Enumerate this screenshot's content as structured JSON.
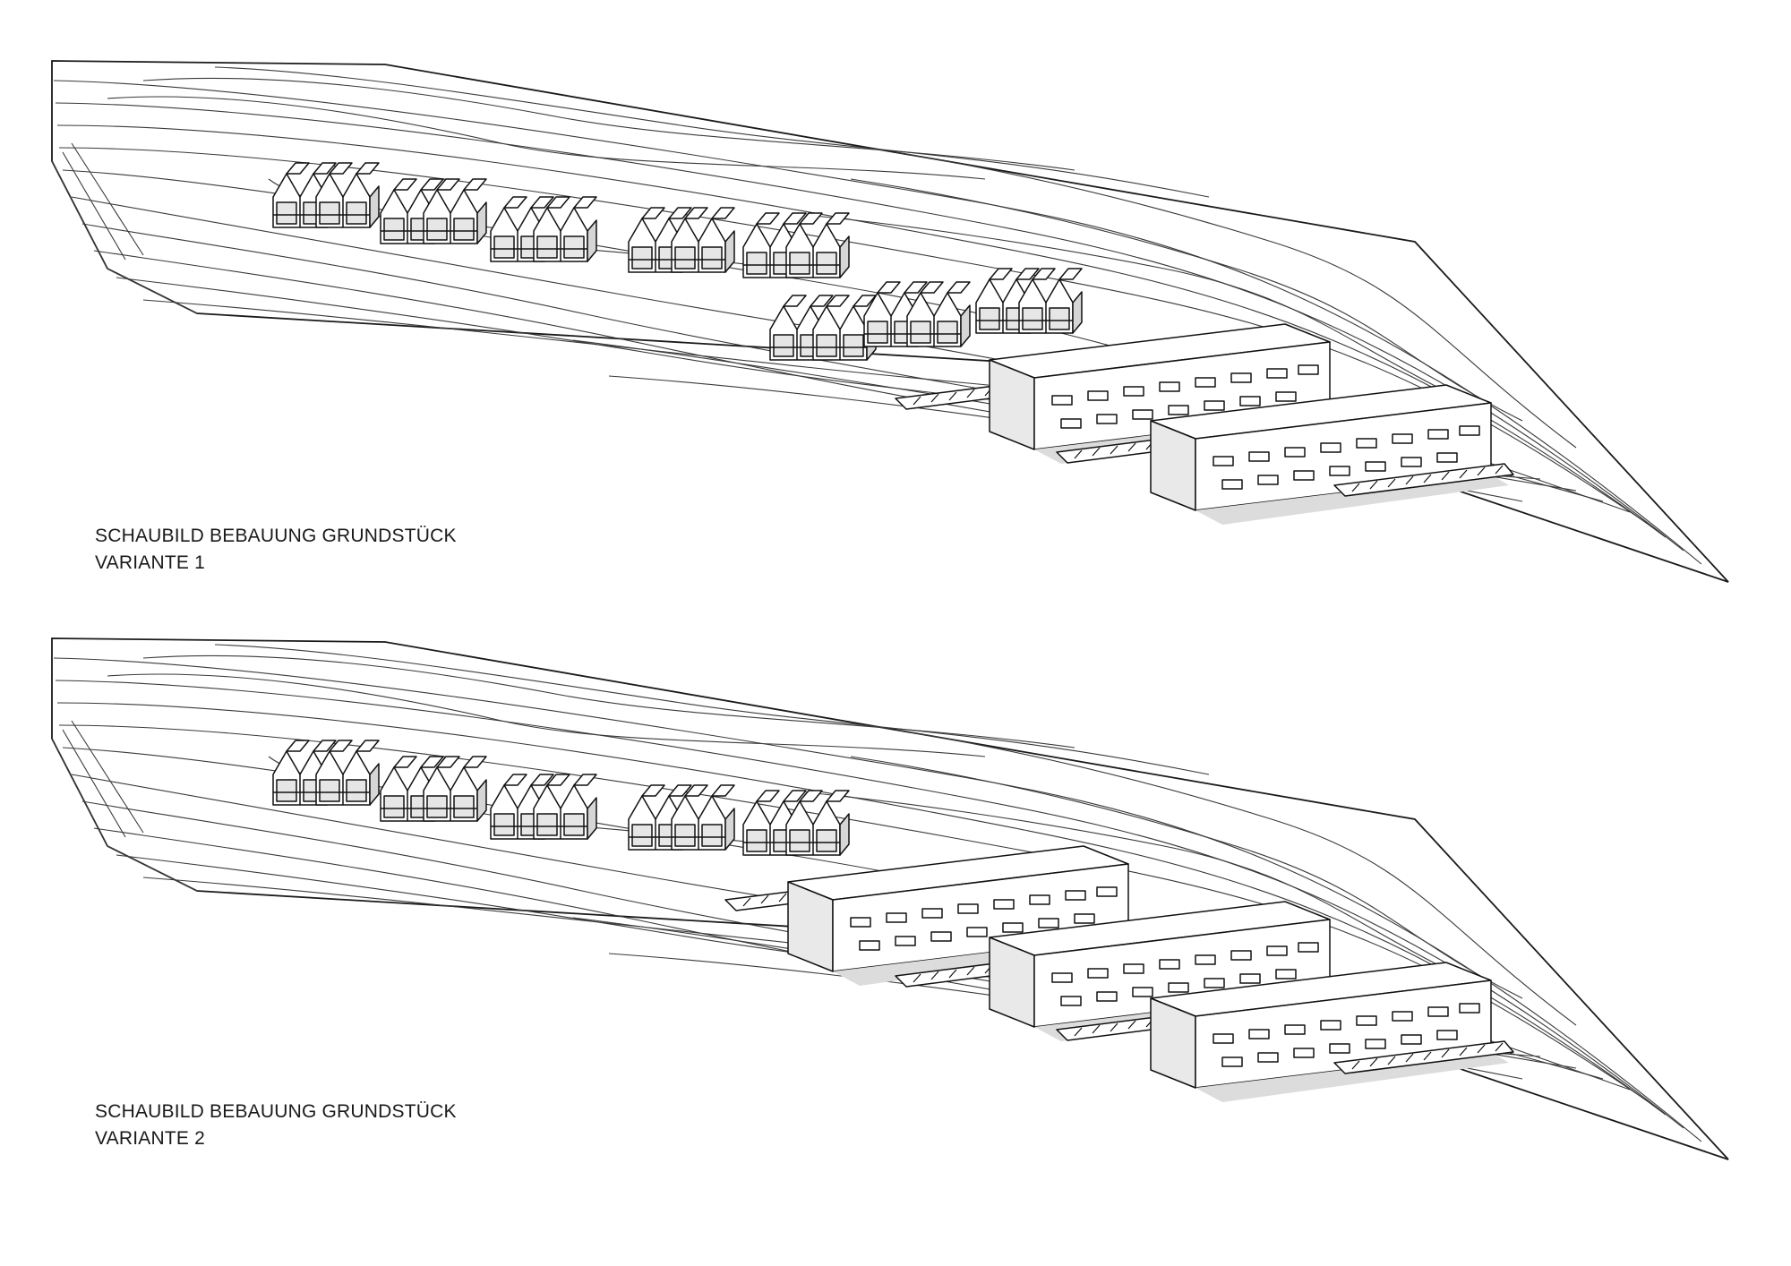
{
  "figure": {
    "panels": [
      {
        "caption_line1": "SCHAUBILD BEBAUUNG GRUNDSTÜCK",
        "caption_line2": "VARIANTE 1"
      },
      {
        "caption_line1": "SCHAUBILD BEBAUUNG GRUNDSTÜCK",
        "caption_line2": "VARIANTE 2"
      }
    ],
    "colors": {
      "line": "#1a1a1a",
      "roof": "#ffffff",
      "shadow": "#d9d9d9",
      "glass": "#e6e6e6"
    }
  }
}
